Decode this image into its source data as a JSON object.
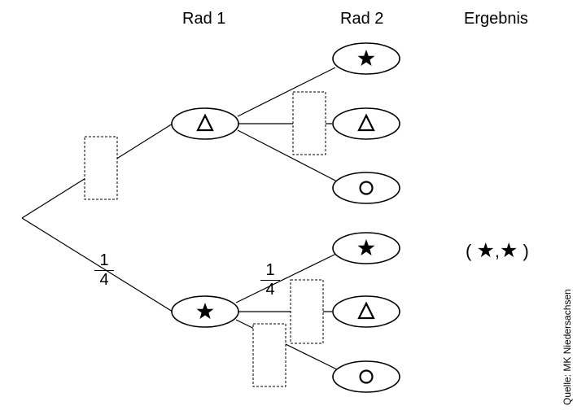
{
  "headers": {
    "rad1": "Rad 1",
    "rad2": "Rad 2",
    "ergebnis": "Ergebnis"
  },
  "symbols": {
    "star": "★",
    "triangle": "△",
    "circle": "○"
  },
  "probabilities": {
    "bottom_branch": {
      "numerator": "1",
      "denominator": "4"
    },
    "star_to_star": {
      "numerator": "1",
      "denominator": "4"
    }
  },
  "result_star_star": {
    "open": "(",
    "first": "★",
    "separator": ",",
    "second": "★",
    "close": ")"
  },
  "source": "Quelle: MK Niedersachsen"
}
